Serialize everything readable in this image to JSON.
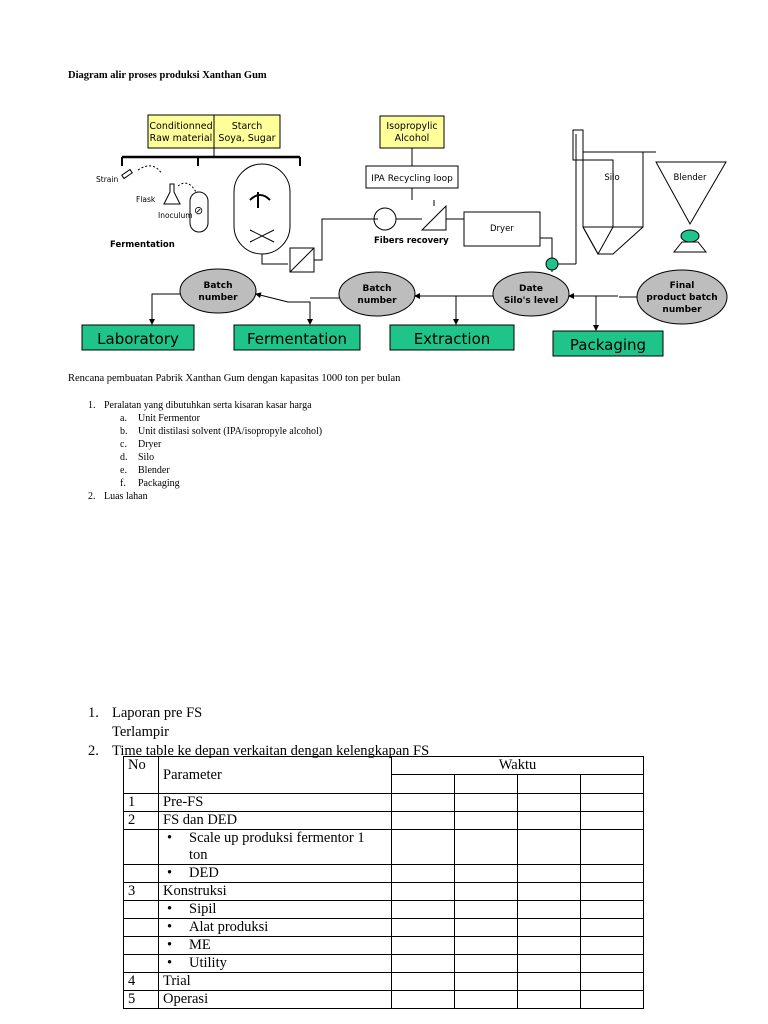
{
  "doc_title": "Diagram alir proses produksi Xanthan Gum",
  "diagram": {
    "raw_material": "Conditionned Raw material",
    "raw_material_l1": "Conditionned",
    "raw_material_l2": "Raw material",
    "starch_l1": "Starch",
    "starch_l2": "Soya, Sugar",
    "ipa_l1": "Isopropylic",
    "ipa_l2": "Alcohol",
    "ipa_loop": "IPA Recycling loop",
    "strain": "Strain",
    "flask": "Flask",
    "inoculum": "Inoculum",
    "fermentation_caption": "Fermentation",
    "fibers": "Fibers recovery",
    "dryer": "Dryer",
    "silo": "Silo",
    "blender": "Blender",
    "batch1_l1": "Batch",
    "batch1_l2": "number",
    "batch2_l1": "Batch",
    "batch2_l2": "number",
    "date_l1": "Date",
    "date_l2": "Silo's level",
    "final_l1": "Final",
    "final_l2": "product batch",
    "final_l3": "number",
    "lab": "Laboratory",
    "ferm_box": "Fermentation",
    "extraction": "Extraction",
    "packaging": "Packaging",
    "green": "#1fc48a"
  },
  "subtitle": "Rencana pembuatan Pabrik Xanthan Gum dengan kapasitas 1000 ton per bulan",
  "list1": {
    "n1": "1.",
    "item1": "Peralatan yang dibutuhkan serta kisaran kasar harga",
    "subs": [
      {
        "l": "a.",
        "t": "Unit Fermentor"
      },
      {
        "l": "b.",
        "t": "Unit distilasi solvent (IPA/isopropyle alcohol)"
      },
      {
        "l": "c.",
        "t": "Dryer"
      },
      {
        "l": "d.",
        "t": "Silo"
      },
      {
        "l": "e.",
        "t": "Blender"
      },
      {
        "l": "f.",
        "t": "Packaging"
      }
    ],
    "n2": "2.",
    "item2": "Luas lahan"
  },
  "list2": {
    "n1": "1.",
    "item1": "Laporan pre FS",
    "item1_sub": "Terlampir",
    "n2": "2.",
    "item2": "Time table ke depan verkaitan dengan kelengkapan FS"
  },
  "table": {
    "h_no": "No",
    "h_param": "Parameter",
    "h_waktu": "Waktu",
    "bullet": "•",
    "rows": [
      {
        "no": "1",
        "p": "Pre-FS"
      },
      {
        "no": "2",
        "p": "FS dan DED"
      },
      {
        "no": "",
        "p": "Scale up produksi fermentor 1 ton"
      },
      {
        "no": "",
        "p": "DED"
      },
      {
        "no": "3",
        "p": "Konstruksi"
      },
      {
        "no": "",
        "p": "Sipil"
      },
      {
        "no": "",
        "p": "Alat produksi"
      },
      {
        "no": "",
        "p": "ME"
      },
      {
        "no": "",
        "p": "Utility"
      },
      {
        "no": "4",
        "p": "Trial"
      },
      {
        "no": "5",
        "p": "Operasi"
      }
    ]
  }
}
